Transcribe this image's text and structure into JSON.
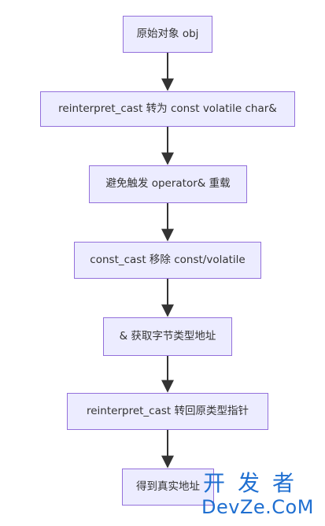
{
  "diagram": {
    "type": "flowchart",
    "direction": "top-down",
    "nodes": [
      {
        "id": "n1",
        "label": "原始对象 obj"
      },
      {
        "id": "n2",
        "label": "reinterpret_cast 转为 const volatile char&"
      },
      {
        "id": "n3",
        "label": "避免触发 operator& 重载"
      },
      {
        "id": "n4",
        "label": "const_cast 移除 const/volatile"
      },
      {
        "id": "n5",
        "label": "& 获取字节类型地址"
      },
      {
        "id": "n6",
        "label": "reinterpret_cast 转回原类型指针"
      },
      {
        "id": "n7",
        "label": "得到真实地址"
      }
    ],
    "edges": [
      {
        "from": "n1",
        "to": "n2"
      },
      {
        "from": "n2",
        "to": "n3"
      },
      {
        "from": "n3",
        "to": "n4"
      },
      {
        "from": "n4",
        "to": "n5"
      },
      {
        "from": "n5",
        "to": "n6"
      },
      {
        "from": "n6",
        "to": "n7"
      }
    ]
  },
  "watermark": {
    "line1": "开发者",
    "line2": "DevZe.CoM"
  },
  "colors": {
    "node_fill": "#ECECFF",
    "node_border": "#9370DB",
    "edge": "#333333",
    "watermark": "#1f6fd1"
  }
}
